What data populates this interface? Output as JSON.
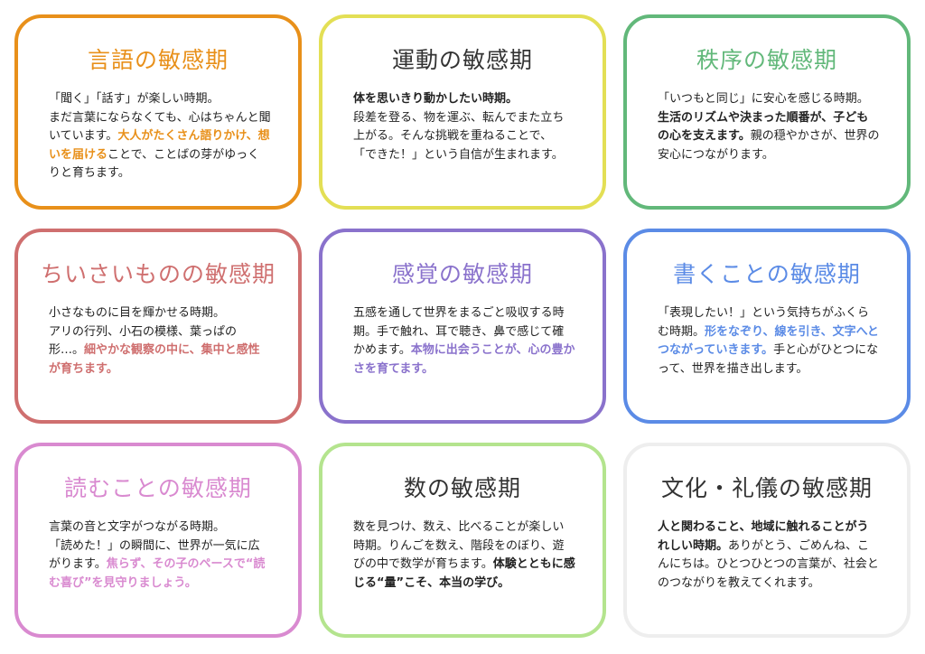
{
  "cards": [
    {
      "title": "言語の敏感期",
      "color": "#e8901a",
      "title_color": "#e8901a",
      "segments": [
        {
          "text": "「聞く」「話す」が楽しい時期。\nまだ言葉にならなくても、心はちゃんと聞いています。",
          "style": "normal"
        },
        {
          "text": "大人がたくさん語りかけ、想いを届ける",
          "style": "accent"
        },
        {
          "text": "ことで、ことばの芽がゆっくりと育ちます。",
          "style": "normal"
        }
      ]
    },
    {
      "title": "運動の敏感期",
      "color": "#e3df55",
      "title_color": "#333333",
      "segments": [
        {
          "text": "体を思いきり動かしたい時期。",
          "style": "bold"
        },
        {
          "text": "\n段差を登る、物を運ぶ、転んでまた立ち上がる。そんな挑戦を重ねることで、\n「できた！」という自信が生まれます。",
          "style": "normal"
        }
      ]
    },
    {
      "title": "秩序の敏感期",
      "color": "#62b87a",
      "title_color": "#62b87a",
      "segments": [
        {
          "text": "「いつもと同じ」に安心を感じる時期。\n",
          "style": "normal"
        },
        {
          "text": "生活のリズムや決まった順番が、子どもの心を支えます。",
          "style": "bold"
        },
        {
          "text": "親の穏やかさが、世界の安心につながります。",
          "style": "normal"
        }
      ]
    },
    {
      "title": "ちいさいものの敏感期",
      "color": "#cf6f6f",
      "title_color": "#cf6f6f",
      "segments": [
        {
          "text": "小さなものに目を輝かせる時期。\nアリの行列、小石の模様、葉っぱの形…。",
          "style": "normal"
        },
        {
          "text": "細やかな観察の中に、集中と感性が育ちます。",
          "style": "accent"
        }
      ]
    },
    {
      "title": "感覚の敏感期",
      "color": "#8a72cc",
      "title_color": "#8a72cc",
      "segments": [
        {
          "text": "五感を通して世界をまるごと吸収する時期。手で触れ、耳で聴き、鼻で感じて確かめます。",
          "style": "normal"
        },
        {
          "text": "本物に出会うことが、心の豊かさを育てます。",
          "style": "accent"
        }
      ]
    },
    {
      "title": "書くことの敏感期",
      "color": "#5b8be6",
      "title_color": "#5b8be6",
      "segments": [
        {
          "text": "「表現したい！」という気持ちがふくらむ時期。",
          "style": "normal"
        },
        {
          "text": "形をなぞり、線を引き、文字へとつながっていきます。",
          "style": "accent"
        },
        {
          "text": "手と心がひとつになって、世界を描き出します。",
          "style": "normal"
        }
      ]
    },
    {
      "title": "読むことの敏感期",
      "color": "#d98ad0",
      "title_color": "#d98ad0",
      "segments": [
        {
          "text": "言葉の音と文字がつながる時期。\n「読めた！」の瞬間に、世界が一気に広がります。",
          "style": "normal"
        },
        {
          "text": "焦らず、その子のペースで“読む喜び”を見守りましょう。",
          "style": "accent"
        }
      ]
    },
    {
      "title": "数の敏感期",
      "color": "#b4e48e",
      "title_color": "#333333",
      "segments": [
        {
          "text": "数を見つけ、数え、比べることが楽しい時期。りんごを数え、階段をのぼり、遊びの中で数学が育ちます。",
          "style": "normal"
        },
        {
          "text": "体験とともに感じる“量”こそ、本当の学び。",
          "style": "bold"
        }
      ]
    },
    {
      "title": "文化・礼儀の敏感期",
      "color": "#eeeeee",
      "title_color": "#333333",
      "segments": [
        {
          "text": "人と関わること、地域に触れることがうれしい時期。",
          "style": "bold"
        },
        {
          "text": "ありがとう、ごめんね、こんにちは。ひとつひとつの言葉が、社会とのつながりを教えてくれます。",
          "style": "normal"
        }
      ]
    }
  ]
}
